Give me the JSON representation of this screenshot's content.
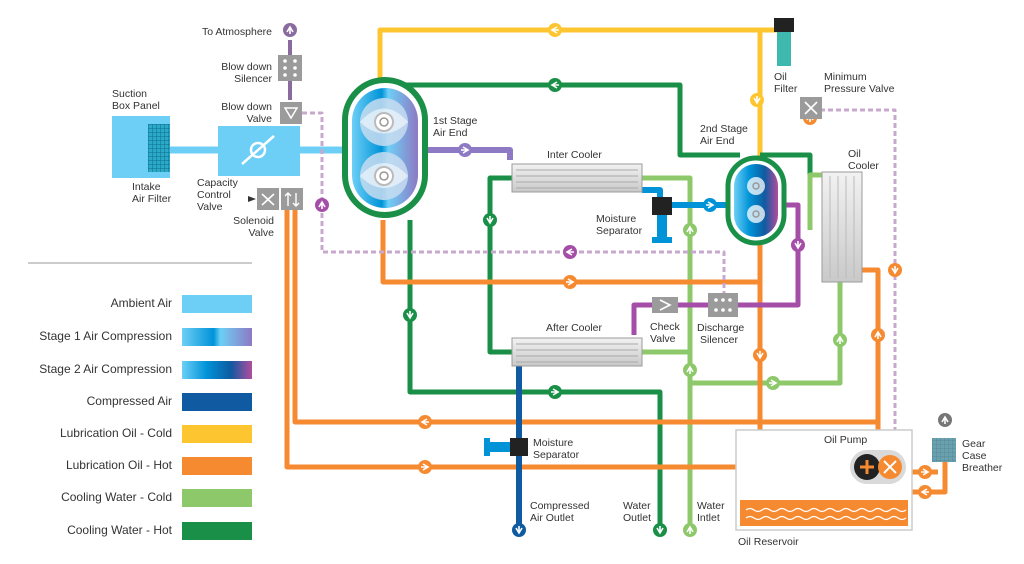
{
  "colors": {
    "ambient_air": "#6dcff6",
    "stage1_start": "#6dcff6",
    "stage1_end": "#8e79c4",
    "stage2_start": "#0093d8",
    "stage2_end": "#9b4aa2",
    "compressed_air": "#0f5aa0",
    "oil_cold": "#fdc530",
    "oil_hot": "#f58a31",
    "water_cold": "#8dc86a",
    "water_hot": "#1a8f47",
    "discharge": "#a54ea8",
    "component_grey": "#9b9b9b",
    "exhaust": "#8a6b9f"
  },
  "labels": {
    "to_atmosphere": "To Atmosphere",
    "blow_down_silencer": [
      "Blow down",
      "Silencer"
    ],
    "blow_down_valve": [
      "Blow down",
      "Valve"
    ],
    "suction_box_panel": [
      "Suction",
      "Box Panel"
    ],
    "intake_air_filter": [
      "Intake",
      "Air Filter"
    ],
    "capacity_control_valve": [
      "Capacity",
      "Control",
      "Valve"
    ],
    "solenoid_valve": [
      "Solenoid",
      "Valve"
    ],
    "first_stage_air_end": [
      "1st Stage",
      "Air End"
    ],
    "inter_cooler": "Inter Cooler",
    "moisture_separator_1": [
      "Moisture",
      "Separator"
    ],
    "oil_filter": [
      "Oil",
      "Filter"
    ],
    "minimum_pressure_valve": [
      "Minimum",
      "Pressure Valve"
    ],
    "second_stage_air_end": [
      "2nd Stage",
      "Air End"
    ],
    "oil_cooler": [
      "Oil",
      "Cooler"
    ],
    "check_valve": [
      "Check",
      "Valve"
    ],
    "discharge_silencer": [
      "Discharge",
      "Silencer"
    ],
    "after_cooler": "After Cooler",
    "moisture_separator_2": [
      "Moisture",
      "Separator"
    ],
    "compressed_air_outlet": [
      "Compressed",
      "Air Outlet"
    ],
    "water_outlet": [
      "Water",
      "Outlet"
    ],
    "water_inlet": [
      "Water",
      "Intlet"
    ],
    "oil_pump": "Oil Pump",
    "oil_reservoir": "Oil Reservoir",
    "gear_case_breather": [
      "Gear",
      "Case",
      "Breather"
    ]
  },
  "legend": [
    {
      "label": "Ambient Air",
      "swatch": "ambient"
    },
    {
      "label": "Stage 1  Air Compression",
      "swatch": "stage1"
    },
    {
      "label": "Stage 2  Air Compression",
      "swatch": "stage2"
    },
    {
      "label": "Compressed Air",
      "swatch": "compressed"
    },
    {
      "label": "Lubrication Oil - Cold",
      "swatch": "oilcold"
    },
    {
      "label": "Lubrication Oil - Hot",
      "swatch": "oilhot"
    },
    {
      "label": "Cooling Water - Cold",
      "swatch": "watercold"
    },
    {
      "label": "Cooling Water - Hot",
      "swatch": "waterhot"
    }
  ]
}
